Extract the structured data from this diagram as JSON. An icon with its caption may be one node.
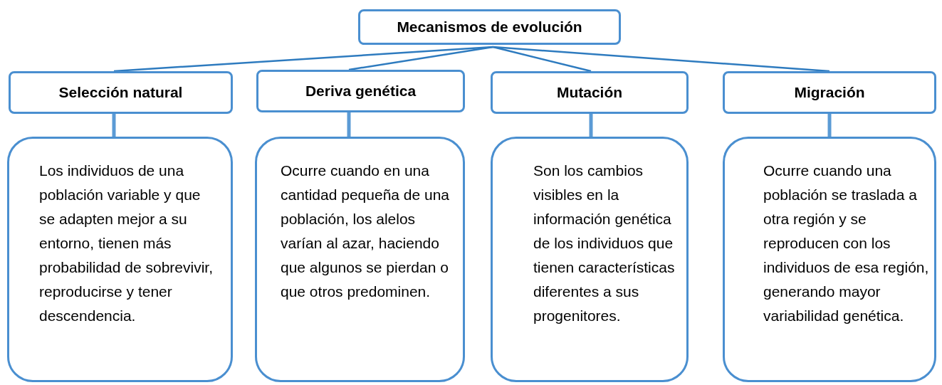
{
  "diagram": {
    "nodes": [
      {
        "text": [
          "Mecanismos de evolución"
        ]
      },
      {
        "text": [
          "Selección natural"
        ]
      },
      {
        "text": [
          "Deriva genética"
        ]
      },
      {
        "text": [
          "Mutación"
        ]
      },
      {
        "text": [
          "Migración"
        ]
      },
      {
        "text": [
          "Los individuos de una población variable y que se adapten mejor a su entorno, tienen más probabilidad de sobrevivir, reproducirse y tener descendencia."
        ]
      },
      {
        "text": [
          "Ocurre cuando en una cantidad pequeña de una población,  los alelos varían al azar,  haciendo que algunos se pierdan o que otros predominen."
        ]
      },
      {
        "text": [
          "Son los cambios visibles en la información genética de los individuos que tienen características diferentes a sus progenitores."
        ]
      },
      {
        "text": [
          "Ocurre cuando una población se traslada a otra región y se reproducen con los individuos de esa región, generando mayor variabilidad genética."
        ]
      }
    ],
    "edges": [
      {
        "from": 0,
        "to": 1,
        "arrow": "none"
      },
      {
        "from": 0,
        "to": 2,
        "arrow": "none"
      },
      {
        "from": 0,
        "to": 3,
        "arrow": "none"
      },
      {
        "from": 0,
        "to": 4,
        "arrow": "none"
      },
      {
        "from": 1,
        "to": 5,
        "arrow": "none",
        "style": "thick"
      },
      {
        "from": 2,
        "to": 6,
        "arrow": "none",
        "style": "thick"
      },
      {
        "from": 3,
        "to": 7,
        "arrow": "none",
        "style": "thick"
      },
      {
        "from": 4,
        "to": 8,
        "arrow": "none",
        "style": "thick"
      }
    ]
  }
}
